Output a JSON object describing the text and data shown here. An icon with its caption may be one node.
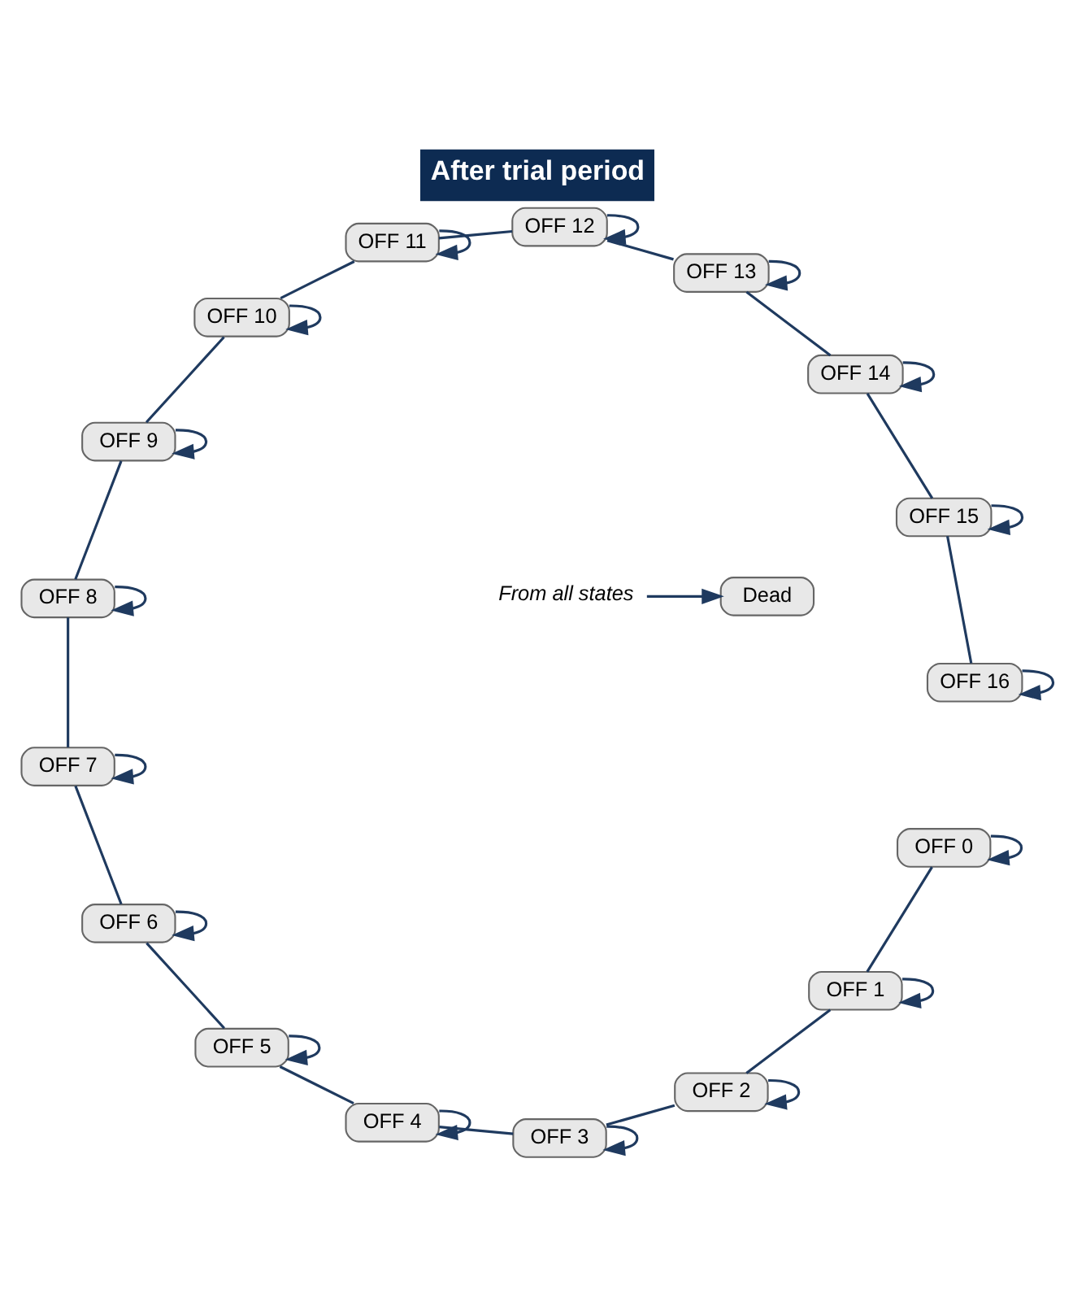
{
  "diagram": {
    "title": "After trial period",
    "nodes": [
      {
        "text": [
          "OFF 0"
        ]
      },
      {
        "text": [
          "OFF 1"
        ]
      },
      {
        "text": [
          "OFF 2"
        ]
      },
      {
        "text": [
          "OFF 3"
        ]
      },
      {
        "text": [
          "OFF 4"
        ]
      },
      {
        "text": [
          "OFF 5"
        ]
      },
      {
        "text": [
          "OFF 6"
        ]
      },
      {
        "text": [
          "OFF 7"
        ]
      },
      {
        "text": [
          "OFF 8"
        ]
      },
      {
        "text": [
          "OFF 9"
        ]
      },
      {
        "text": [
          "OFF 10"
        ]
      },
      {
        "text": [
          "OFF 11"
        ]
      },
      {
        "text": [
          "OFF 12"
        ]
      },
      {
        "text": [
          "OFF 13"
        ]
      },
      {
        "text": [
          "OFF 14"
        ]
      },
      {
        "text": [
          "OFF 15"
        ]
      },
      {
        "text": [
          "OFF 16"
        ]
      },
      {
        "text": [
          "From all states"
        ]
      },
      {
        "text": [
          "Dead"
        ]
      }
    ],
    "edges": [
      {
        "from": 0,
        "to": 1,
        "arrow": "none"
      },
      {
        "from": 1,
        "to": 2,
        "arrow": "none"
      },
      {
        "from": 2,
        "to": 3,
        "arrow": "none"
      },
      {
        "from": 3,
        "to": 4,
        "arrow": "none"
      },
      {
        "from": 4,
        "to": 5,
        "arrow": "none"
      },
      {
        "from": 5,
        "to": 6,
        "arrow": "none"
      },
      {
        "from": 6,
        "to": 7,
        "arrow": "none"
      },
      {
        "from": 7,
        "to": 8,
        "arrow": "none"
      },
      {
        "from": 8,
        "to": 9,
        "arrow": "none"
      },
      {
        "from": 9,
        "to": 10,
        "arrow": "none"
      },
      {
        "from": 10,
        "to": 11,
        "arrow": "none"
      },
      {
        "from": 11,
        "to": 12,
        "arrow": "none"
      },
      {
        "from": 12,
        "to": 13,
        "arrow": "none"
      },
      {
        "from": 13,
        "to": 14,
        "arrow": "none"
      },
      {
        "from": 14,
        "to": 15,
        "arrow": "none"
      },
      {
        "from": 15,
        "to": 16,
        "arrow": "none"
      },
      {
        "from": 0,
        "to": 0,
        "arrow": "to"
      },
      {
        "from": 1,
        "to": 1,
        "arrow": "to"
      },
      {
        "from": 2,
        "to": 2,
        "arrow": "to"
      },
      {
        "from": 3,
        "to": 3,
        "arrow": "to"
      },
      {
        "from": 4,
        "to": 4,
        "arrow": "to"
      },
      {
        "from": 5,
        "to": 5,
        "arrow": "to"
      },
      {
        "from": 6,
        "to": 6,
        "arrow": "to"
      },
      {
        "from": 7,
        "to": 7,
        "arrow": "to"
      },
      {
        "from": 8,
        "to": 8,
        "arrow": "to"
      },
      {
        "from": 9,
        "to": 9,
        "arrow": "to"
      },
      {
        "from": 10,
        "to": 10,
        "arrow": "to"
      },
      {
        "from": 11,
        "to": 11,
        "arrow": "to"
      },
      {
        "from": 12,
        "to": 12,
        "arrow": "to"
      },
      {
        "from": 13,
        "to": 13,
        "arrow": "to"
      },
      {
        "from": 14,
        "to": 14,
        "arrow": "to"
      },
      {
        "from": 15,
        "to": 15,
        "arrow": "to"
      },
      {
        "from": 16,
        "to": 16,
        "arrow": "to"
      },
      {
        "from": 17,
        "to": 18,
        "arrow": "to"
      }
    ]
  }
}
